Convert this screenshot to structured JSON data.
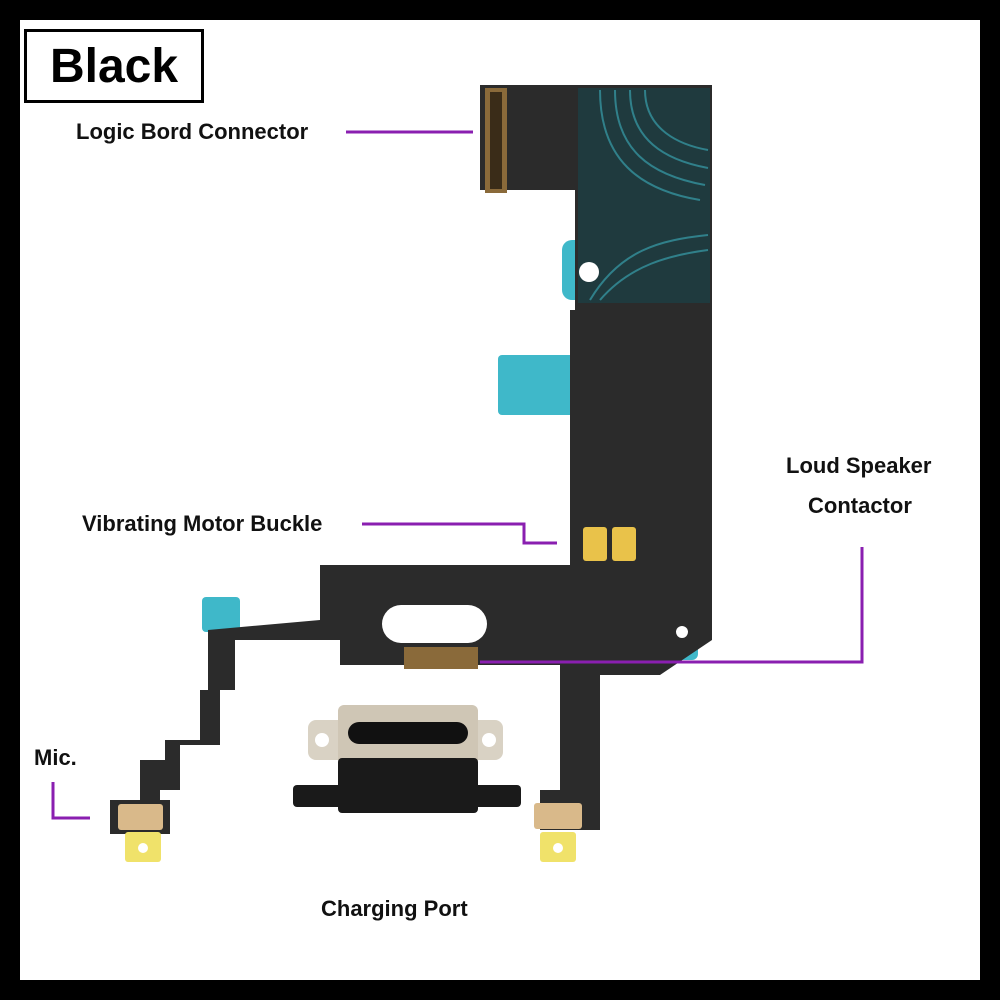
{
  "variant_label": "Black",
  "labels": {
    "logic_board_connector": "Logic Bord Connector",
    "vibrating_motor_buckle": "Vibrating Motor Buckle",
    "loud_speaker_line1": "Loud Speaker",
    "loud_speaker_line2": "Contactor",
    "mic": "Mic.",
    "charging_port": "Charging Port"
  },
  "colors": {
    "leader_line": "#8a1fb0",
    "flex_cable": "#2b2b2b",
    "stiffener": "#3fb8c9",
    "contact_pad": "#e9c24a",
    "background": "#ffffff",
    "frame": "#000000"
  }
}
